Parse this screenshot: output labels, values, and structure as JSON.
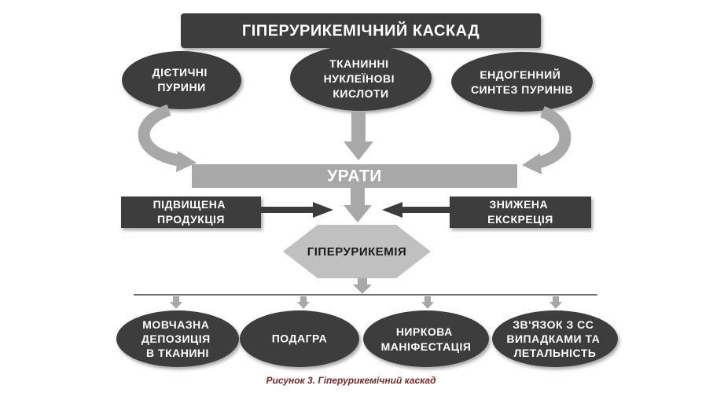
{
  "title": "ГІПЕРУРИКЕМІЧНИЙ КАСКАД",
  "sources": [
    {
      "lines": [
        "ДІЄТИЧНІ",
        "ПУРИНИ"
      ]
    },
    {
      "lines": [
        "ТКАНИННІ",
        "НУКЛЕЇНОВІ",
        "КИСЛОТИ"
      ]
    },
    {
      "lines": [
        "ЕНДОГЕННИЙ",
        "СИНТЕЗ ПУРИНІВ"
      ]
    }
  ],
  "urates": "УРАТИ",
  "increased_production": [
    "ПІДВИЩЕНА",
    "ПРОДУКЦІЯ"
  ],
  "reduced_excretion": [
    "ЗНИЖЕНА",
    "ЕКСКРЕЦІЯ"
  ],
  "hyperuricemia": "ГІПЕРУРИКЕМІЯ",
  "outcomes": [
    {
      "lines": [
        "МОВЧАЗНА",
        "ДЕПОЗИЦІЯ",
        "В ТКАНИНІ"
      ]
    },
    {
      "lines": [
        "ПОДАГРА"
      ]
    },
    {
      "lines": [
        "НИРКОВА",
        "МАНІФЕСТАЦІЯ"
      ]
    },
    {
      "lines": [
        "ЗВ'ЯЗОК З СС",
        "ВИПАДКАМИ ТА",
        "ЛЕТАЛЬНІСТЬ"
      ]
    }
  ],
  "caption": "Рисунок 3. Гіперурикемічний каскад",
  "colors": {
    "dark": "#3c3c3c",
    "gray": "#a8a8a8",
    "light": "#c0c0c0",
    "text_light": "#ffffff",
    "text_dark": "#1a1a1a"
  }
}
